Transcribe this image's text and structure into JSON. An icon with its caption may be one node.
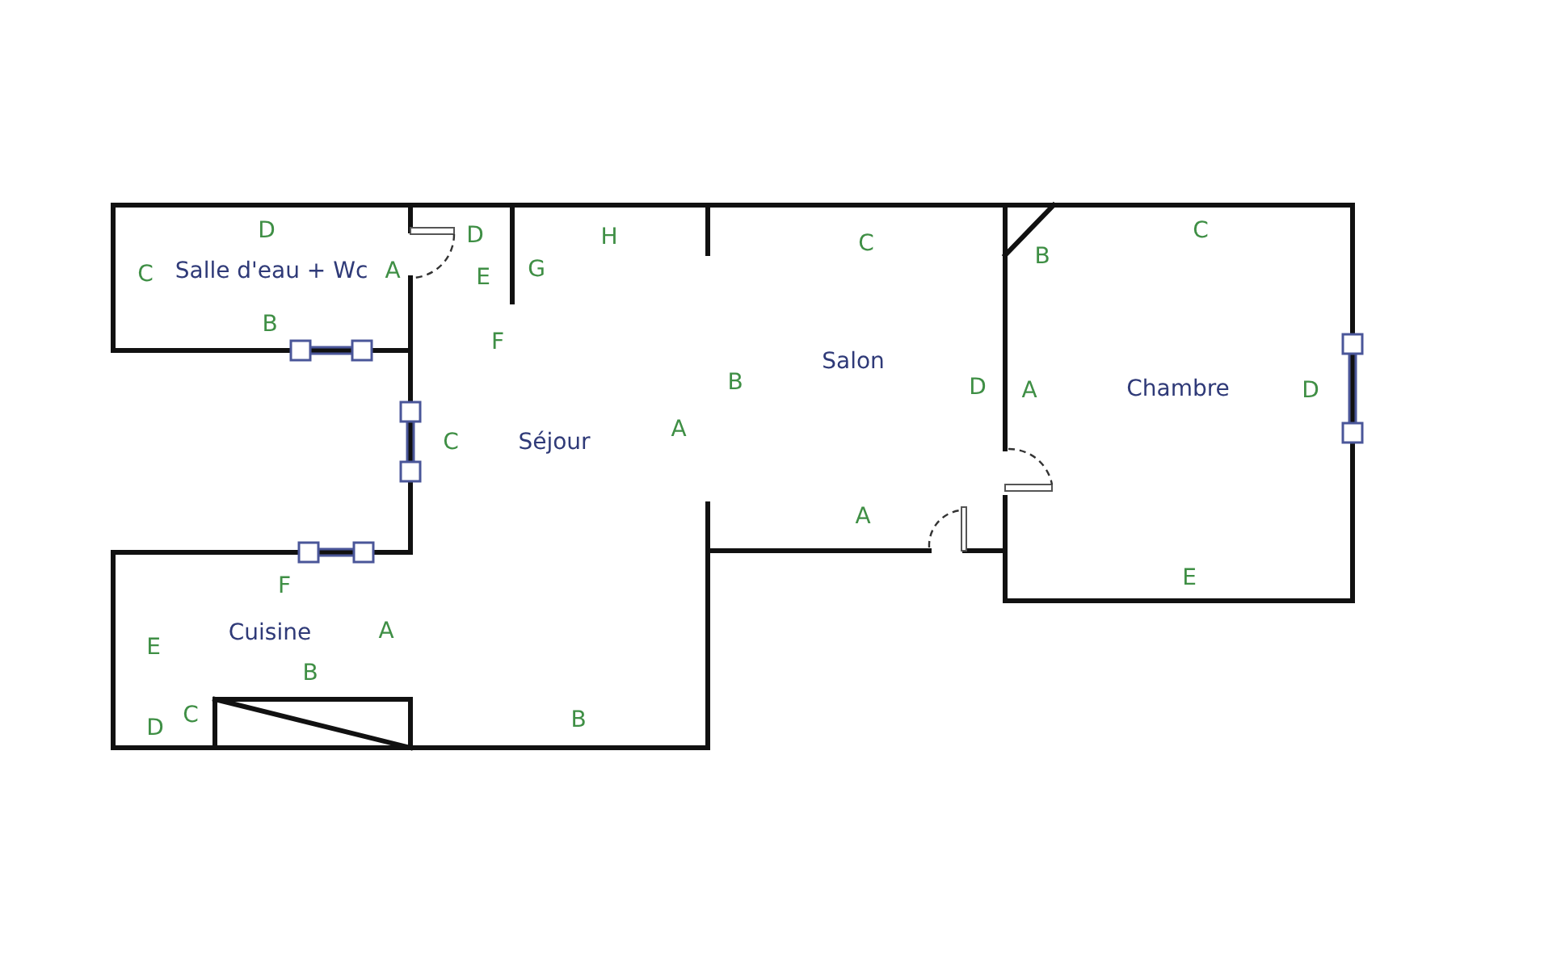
{
  "diagram": {
    "labels": [
      "D",
      "D",
      "H",
      "C",
      "C",
      "B",
      "C",
      "Salle d'eau + Wc",
      "A",
      "E",
      "G",
      "B",
      "F",
      "Salon",
      "B",
      "D",
      "A",
      "Chambre",
      "D",
      "A",
      "C",
      "Séjour",
      "A",
      "E",
      "F",
      "Cuisine",
      "A",
      "E",
      "B",
      "C",
      "B",
      "D"
    ]
  }
}
